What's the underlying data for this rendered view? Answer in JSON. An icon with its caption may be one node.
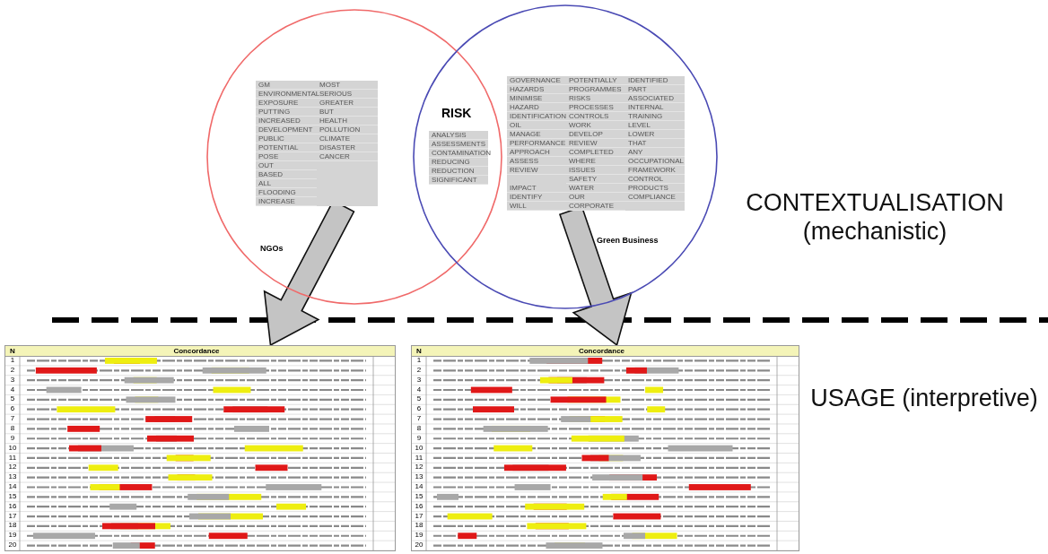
{
  "diagram": {
    "nodes": [
      {
        "text": [
          "NGOs"
        ]
      },
      {
        "text": [
          "Green Business"
        ]
      },
      {
        "text": [
          "GM",
          "ENVIRONMENTAL",
          "EXPOSURE",
          "PUTTING",
          "INCREASED",
          "DEVELOPMENT",
          "PUBLIC",
          "POTENTIAL",
          "POSE",
          "OUT",
          "BASED",
          "ALL",
          "FLOODING",
          "INCREASE",
          "MOST",
          "SERIOUS",
          "GREATER",
          "BUT",
          "HEALTH",
          "POLLUTION",
          "CLIMATE",
          "DISASTER",
          "CANCER"
        ],
        "in": 0
      },
      {
        "text": [
          "RISK",
          "ANALYSIS",
          "ASSESSMENTS",
          "CONTAMINATION",
          "REDUCING",
          "REDUCTION",
          "SIGNIFICANT"
        ]
      },
      {
        "text": [
          "GOVERNANCE",
          "HAZARDS",
          "MINIMISE",
          "HAZARD",
          "IDENTIFICATION",
          "OIL",
          "MANAGE",
          "PERFORMANCE",
          "APPROACH",
          "ASSESS",
          "REVIEW",
          "IMPACT",
          "IDENTIFY",
          "WILL",
          "POTENTIALLY",
          "PROGRAMMES",
          "RISKS",
          "PROCESSES",
          "CONTROLS",
          "WORK",
          "DEVELOP",
          "REVIEW",
          "COMPLETED",
          "WHERE",
          "ISSUES",
          "SAFETY",
          "WATER",
          "OUR",
          "CORPORATE",
          "IDENTIFIED",
          "PART",
          "ASSOCIATED",
          "INTERNAL",
          "TRAINING",
          "LEVEL",
          "LOWER",
          "THAT",
          "ANY",
          "OCCUPATIONAL",
          "FRAMEWORK",
          "CONTROL",
          "PRODUCTS",
          "COMPLIANCE"
        ],
        "in": 1
      },
      {
        "text": [
          "N",
          "Concordance"
        ]
      },
      {
        "text": [
          "N",
          "Concordance"
        ]
      }
    ],
    "edges": [
      {
        "from": 2,
        "to": 5,
        "arrow": "to"
      },
      {
        "from": 4,
        "to": 6,
        "arrow": "to"
      }
    ],
    "labels": [
      "CONTEXTUALISATION (mechanistic)",
      "USAGE (interpretive)",
      "1",
      "2",
      "3",
      "4",
      "5",
      "6",
      "7",
      "8",
      "9",
      "10",
      "11",
      "12",
      "13",
      "14",
      "15",
      "16",
      "17",
      "18",
      "19",
      "20",
      "1",
      "2",
      "3",
      "4",
      "5",
      "6",
      "7",
      "8",
      "9",
      "10",
      "11",
      "12",
      "13",
      "14",
      "15",
      "16",
      "17",
      "18",
      "19",
      "20"
    ]
  }
}
